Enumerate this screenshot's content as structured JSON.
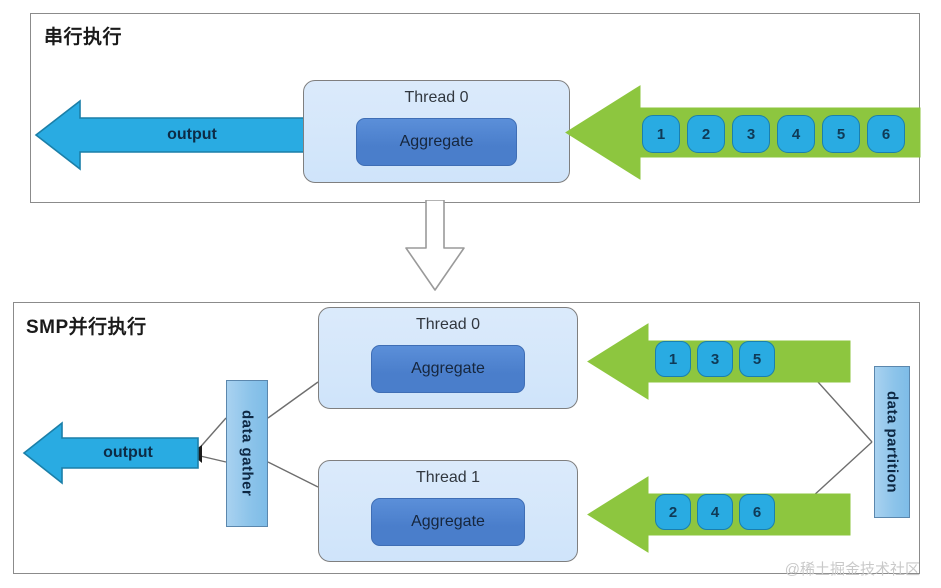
{
  "colors": {
    "panel_border": "#8b8b8b",
    "thread_fill": "#d4e6fb",
    "aggregate_fill": "#4a7ecb",
    "output_arrow": "#29abe2",
    "input_arrow": "#8dc63f",
    "badge_fill": "#29abe2",
    "vbox_fill": "#8dc4ea",
    "watermark": "#c9c9c9"
  },
  "panels": {
    "serial": {
      "title": "串行执行",
      "thread": {
        "name": "Thread 0",
        "aggregate": "Aggregate"
      },
      "output_arrow": {
        "label": "output"
      },
      "input_badges": [
        "1",
        "2",
        "3",
        "4",
        "5",
        "6"
      ]
    },
    "smp": {
      "title": "SMP并行执行",
      "threads": [
        {
          "name": "Thread 0",
          "aggregate": "Aggregate",
          "input_badges": [
            "1",
            "3",
            "5"
          ]
        },
        {
          "name": "Thread 1",
          "aggregate": "Aggregate",
          "input_badges": [
            "2",
            "4",
            "6"
          ]
        }
      ],
      "output_arrow": {
        "label": "output"
      },
      "data_gather": {
        "label": "data gather"
      },
      "data_partition": {
        "label": "data partition"
      }
    }
  },
  "transition": {
    "icon": "down-arrow"
  },
  "watermark": {
    "text": "@稀土掘金技术社区"
  }
}
